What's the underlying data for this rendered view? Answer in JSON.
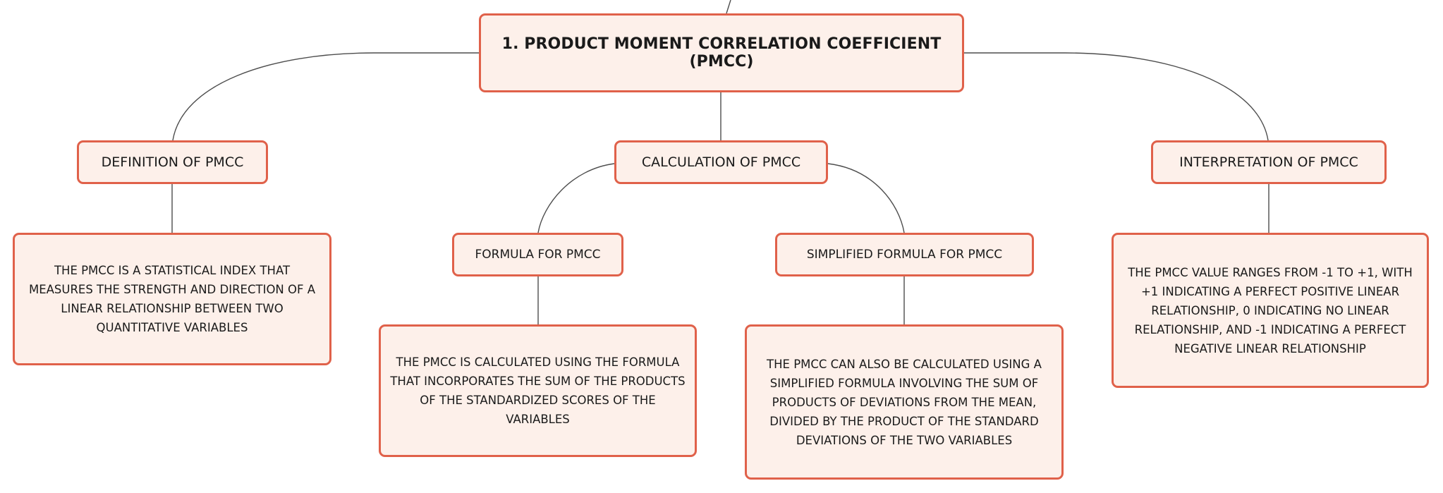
{
  "mindmap": {
    "root": {
      "label": "1. PRODUCT MOMENT CORRELATION COEFFICIENT (PMCC)"
    },
    "topics": {
      "definition": {
        "label": "DEFINITION OF PMCC",
        "detail": "THE PMCC IS A STATISTICAL INDEX THAT MEASURES THE STRENGTH AND DIRECTION OF A LINEAR RELATIONSHIP BETWEEN TWO QUANTITATIVE VARIABLES"
      },
      "calculation": {
        "label": "CALCULATION OF PMCC",
        "formula": {
          "label": "FORMULA FOR PMCC",
          "detail": "THE PMCC IS CALCULATED USING THE FORMULA THAT INCORPORATES THE SUM OF THE PRODUCTS OF THE STANDARDIZED SCORES OF THE VARIABLES"
        },
        "simplified": {
          "label": "SIMPLIFIED FORMULA FOR PMCC",
          "detail": "THE PMCC CAN ALSO BE CALCULATED USING A SIMPLIFIED FORMULA INVOLVING THE SUM OF PRODUCTS OF DEVIATIONS FROM THE MEAN, DIVIDED BY THE PRODUCT OF THE STANDARD DEVIATIONS OF THE TWO VARIABLES"
        }
      },
      "interpretation": {
        "label": "INTERPRETATION OF PMCC",
        "detail": "THE PMCC VALUE RANGES FROM -1 TO +1, WITH +1 INDICATING A PERFECT POSITIVE LINEAR RELATIONSHIP, 0 INDICATING NO LINEAR RELATIONSHIP, AND -1 INDICATING A PERFECT NEGATIVE LINEAR RELATIONSHIP"
      }
    },
    "colors": {
      "node_fill": "#fdf0ea",
      "node_border": "#e0614a",
      "connector": "#4d4d4d"
    }
  }
}
